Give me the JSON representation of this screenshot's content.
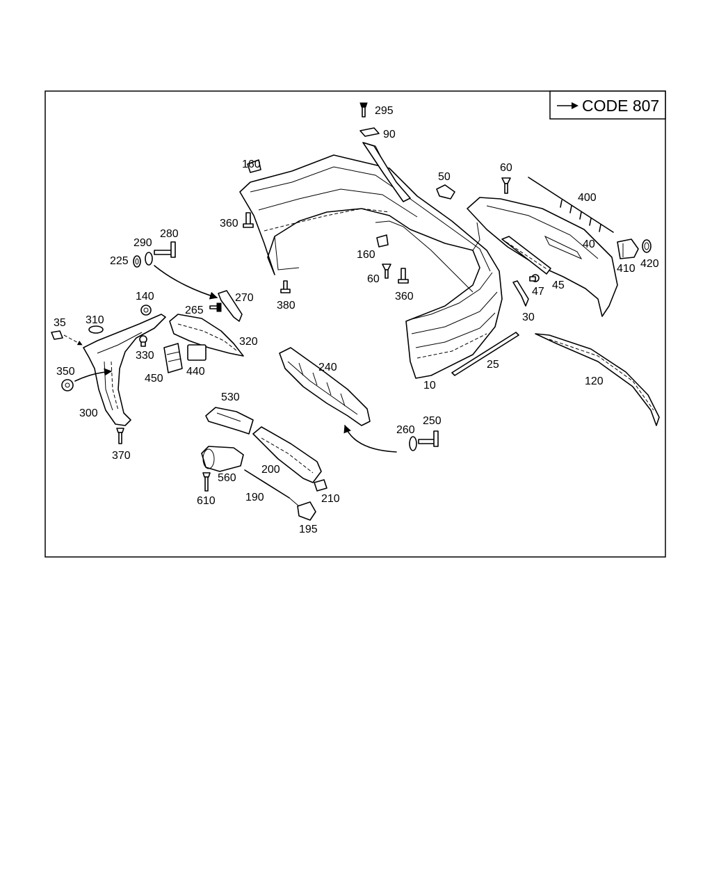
{
  "code_box": {
    "arrow_icon": "arrow-right-icon",
    "text": "CODE 807"
  },
  "callouts": [
    {
      "id": "295",
      "text": "295"
    },
    {
      "id": "90",
      "text": "90"
    },
    {
      "id": "160a",
      "text": "160"
    },
    {
      "id": "50",
      "text": "50"
    },
    {
      "id": "60a",
      "text": "60"
    },
    {
      "id": "400",
      "text": "400"
    },
    {
      "id": "360a",
      "text": "360"
    },
    {
      "id": "280",
      "text": "280"
    },
    {
      "id": "290",
      "text": "290"
    },
    {
      "id": "225",
      "text": "225"
    },
    {
      "id": "160b",
      "text": "160"
    },
    {
      "id": "40",
      "text": "40"
    },
    {
      "id": "410",
      "text": "410"
    },
    {
      "id": "420",
      "text": "420"
    },
    {
      "id": "60b",
      "text": "60"
    },
    {
      "id": "360b",
      "text": "360"
    },
    {
      "id": "45",
      "text": "45"
    },
    {
      "id": "47",
      "text": "47"
    },
    {
      "id": "140",
      "text": "140"
    },
    {
      "id": "270",
      "text": "270"
    },
    {
      "id": "380",
      "text": "380"
    },
    {
      "id": "265",
      "text": "265"
    },
    {
      "id": "30",
      "text": "30"
    },
    {
      "id": "35",
      "text": "35"
    },
    {
      "id": "310",
      "text": "310"
    },
    {
      "id": "320",
      "text": "320"
    },
    {
      "id": "330",
      "text": "330"
    },
    {
      "id": "240",
      "text": "240"
    },
    {
      "id": "25",
      "text": "25"
    },
    {
      "id": "120",
      "text": "120"
    },
    {
      "id": "350",
      "text": "350"
    },
    {
      "id": "440",
      "text": "440"
    },
    {
      "id": "450",
      "text": "450"
    },
    {
      "id": "10",
      "text": "10"
    },
    {
      "id": "530",
      "text": "530"
    },
    {
      "id": "300",
      "text": "300"
    },
    {
      "id": "250",
      "text": "250"
    },
    {
      "id": "260",
      "text": "260"
    },
    {
      "id": "370",
      "text": "370"
    },
    {
      "id": "200",
      "text": "200"
    },
    {
      "id": "560",
      "text": "560"
    },
    {
      "id": "190",
      "text": "190"
    },
    {
      "id": "210",
      "text": "210"
    },
    {
      "id": "610",
      "text": "610"
    },
    {
      "id": "195",
      "text": "195"
    }
  ]
}
